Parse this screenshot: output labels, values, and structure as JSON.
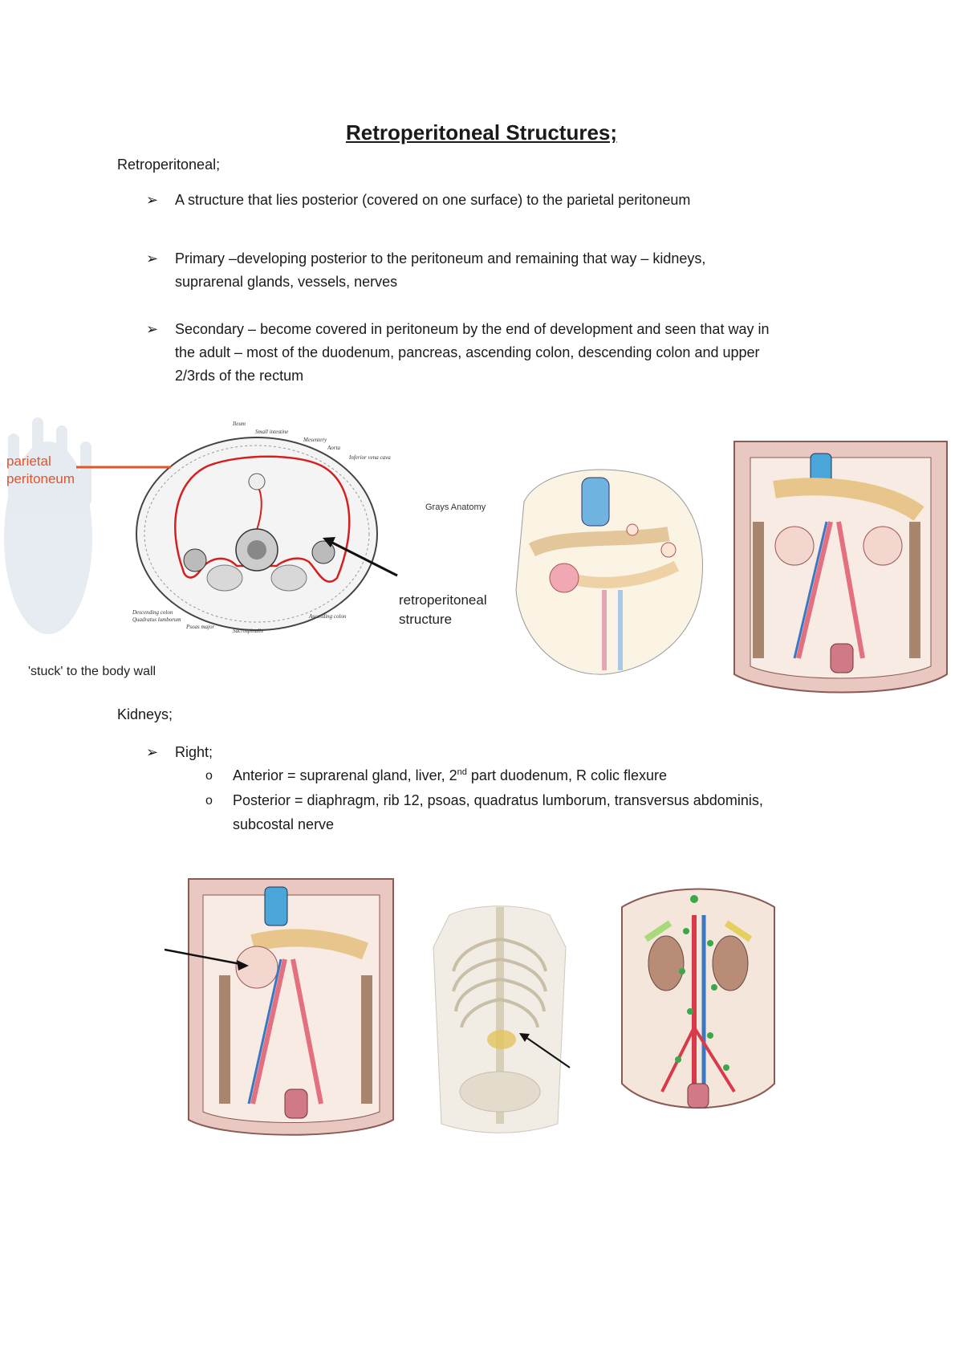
{
  "title": "Retroperitoneal Structures;",
  "section1": {
    "heading": "Retroperitoneal;",
    "bullets": [
      "A structure that lies posterior (covered on one surface) to the parietal peritoneum",
      "Primary –developing posterior to the peritoneum and remaining that way – kidneys,",
      "suprarenal glands, vessels, nerves",
      "Secondary – become covered in peritoneum by the end of development and seen that way in",
      "the adult – most of the duodenum, pancreas, ascending colon, descending colon and upper",
      "2/3rds of the rectum"
    ]
  },
  "figure1": {
    "label_parietal_1": "parietal",
    "label_parietal_2": "peritoneum",
    "label_retro_1": "retroperitoneal",
    "label_retro_2": "structure",
    "label_stuck": "'stuck' to the body wall",
    "label_grays": "Grays Anatomy",
    "tiny_labels": [
      "Ileum",
      "Small intestine",
      "Mesentery",
      "Aorta",
      "Inferior vena cava",
      "Descending colon",
      "Quadratus lumborum",
      "Psoas major",
      "Sacrospinalis",
      "Ascending colon"
    ]
  },
  "section2": {
    "heading": "Kidneys;",
    "right_label": "Right;",
    "anterior_pre": "Anterior = suprarenal gland, liver, 2",
    "anterior_sup": "nd",
    "anterior_post": " part duodenum, R colic flexure",
    "posterior_1": "Posterior = diaphragm, rib 12, psoas, quadratus lumborum, transversus abdominis,",
    "posterior_2": "subcostal nerve"
  },
  "icons": {
    "arrow_bullet": "➢",
    "circle_bullet": "o"
  }
}
